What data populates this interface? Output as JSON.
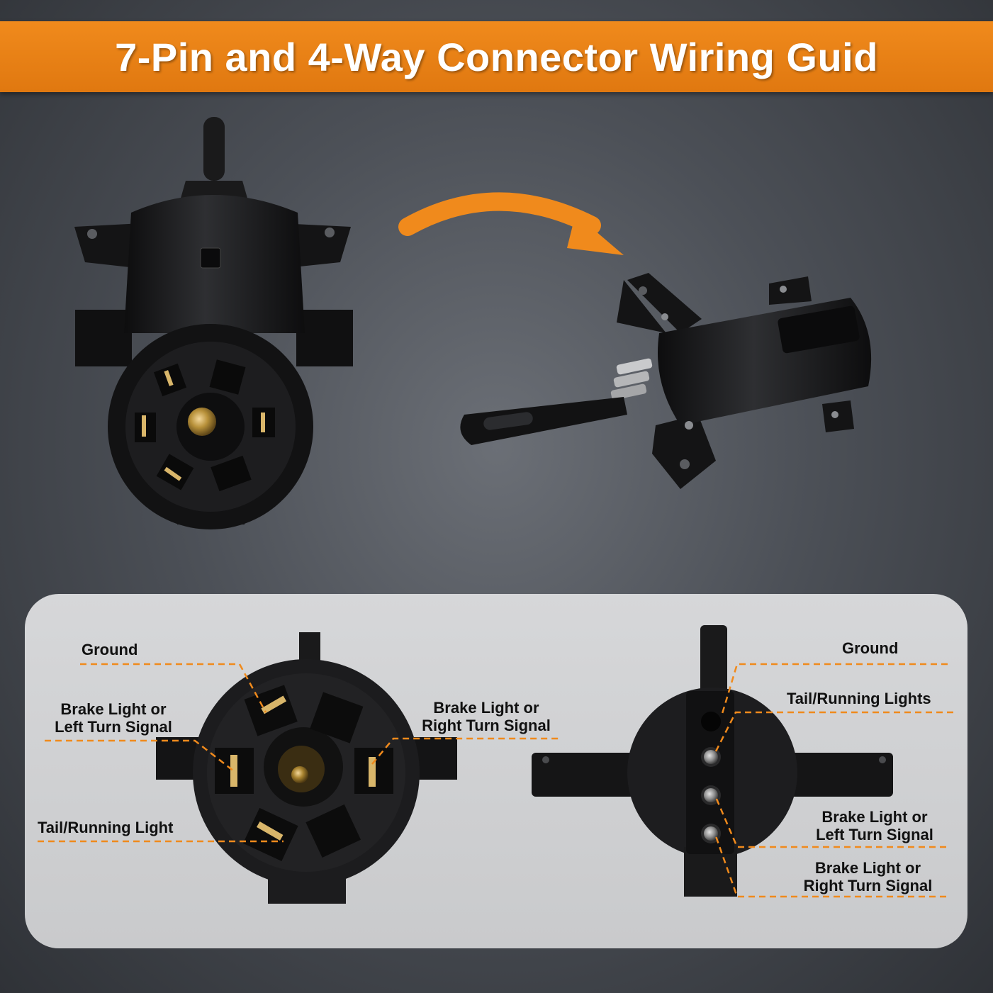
{
  "title": "7-Pin and 4-Way Connector Wiring Guid",
  "colors": {
    "banner": "#ef8418",
    "accent_line": "#f08a1c",
    "plug_black": "#1c1c1e",
    "brass": "#b8913a",
    "panel": "#d0d1d3"
  },
  "seven_pin": {
    "labels": {
      "ground": "Ground",
      "brake_left_1": "Brake Light or",
      "brake_left_2": "Left Turn Signal",
      "brake_right_1": "Brake Light or",
      "brake_right_2": "Right Turn Signal",
      "tail": "Tail/Running Light"
    }
  },
  "four_way": {
    "labels": {
      "ground": "Ground",
      "tail": "Tail/Running Lights",
      "brake_left_1": "Brake Light or",
      "brake_left_2": "Left Turn Signal",
      "brake_right_1": "Brake Light or",
      "brake_right_2": "Right Turn Signal"
    }
  },
  "icons": {
    "arrow": "curved-arrow-icon"
  }
}
